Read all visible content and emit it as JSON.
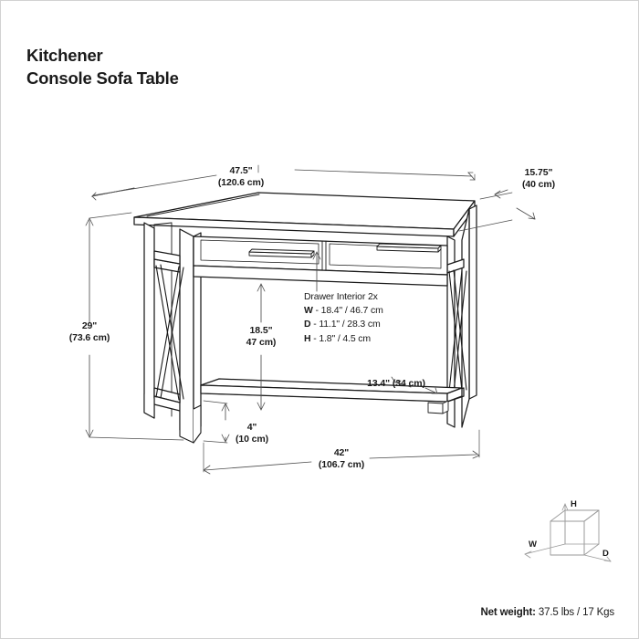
{
  "product": {
    "name": "Kitchener",
    "subtitle": "Console Sofa Table"
  },
  "colors": {
    "line": "#1a1a1a",
    "dimension_line": "#4d4d4d",
    "legend_line": "#9a9a9a",
    "border": "#d2d2d2",
    "background": "#ffffff"
  },
  "dimensions": {
    "overall_width": "47.5\"\n(120.6 cm)",
    "overall_depth": "15.75\"\n(40 cm)",
    "overall_height": "29\"\n(73.6 cm)",
    "shelf_to_drawer_clearance": "18.5\"\n47 cm)",
    "shelf_depth": "13.4\" (34 cm)",
    "floor_to_shelf": "4\"\n(10 cm)",
    "base_width": "42\"\n(106.7 cm)"
  },
  "drawer_callout": {
    "heading": "Drawer Interior 2x",
    "rows": [
      {
        "key": "W",
        "value": "- 18.4\" / 46.7 cm"
      },
      {
        "key": "D",
        "value": "- 11.1\" / 28.3 cm"
      },
      {
        "key": "H",
        "value": "- 1.8\" / 4.5 cm"
      }
    ]
  },
  "legend": {
    "width_label": "W",
    "depth_label": "D",
    "height_label": "H"
  },
  "footer": {
    "net_weight_label": "Net weight:",
    "net_weight_value": "37.5 lbs / 17 Kgs"
  }
}
